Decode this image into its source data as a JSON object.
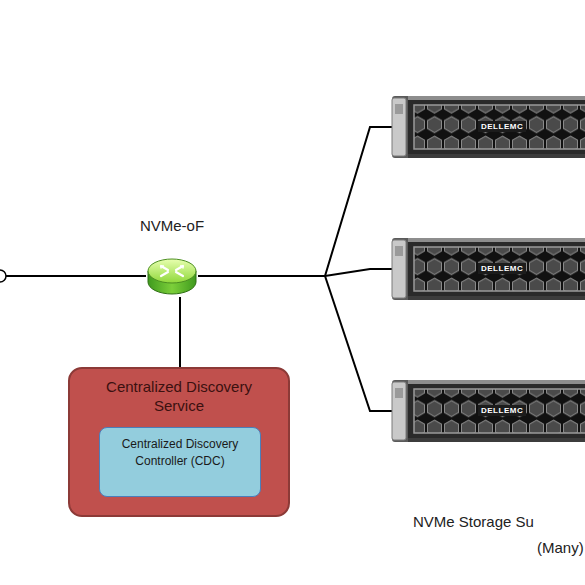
{
  "diagram": {
    "nodes": [
      {
        "text": [
          "NVMe-oF"
        ]
      },
      {
        "text": [
          "DELLEMC"
        ]
      },
      {
        "text": [
          "DELLEMC"
        ]
      },
      {
        "text": [
          "DELLEMC"
        ]
      },
      {
        "text": [
          "Centralized Discovery Service"
        ]
      },
      {
        "text": [
          "Centralized Discovery Controller (CDC)"
        ],
        "in": 4
      }
    ],
    "edges": [
      {
        "from": 0,
        "to": 1,
        "arrow": "none"
      },
      {
        "from": 0,
        "to": 2,
        "arrow": "none"
      },
      {
        "from": 0,
        "to": 3,
        "arrow": "none"
      },
      {
        "from": 0,
        "to": 4,
        "arrow": "none"
      }
    ],
    "labels": [
      "NVMe Storage Su",
      "(Many)"
    ]
  }
}
